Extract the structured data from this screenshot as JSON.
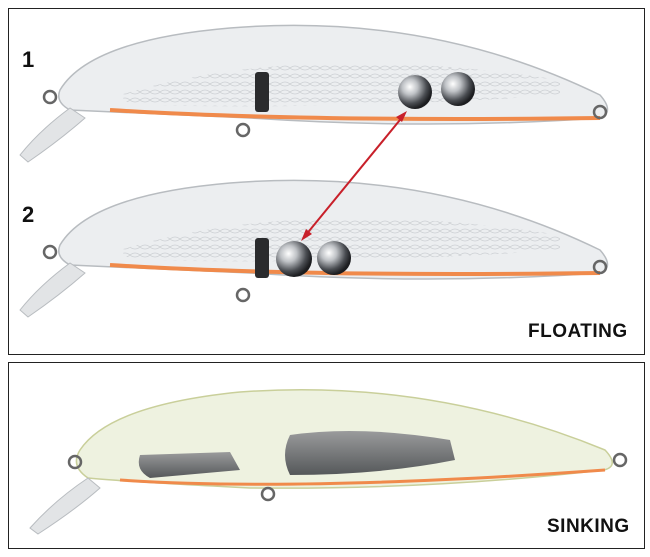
{
  "floating_panel": {
    "label": "FLOATING",
    "lure_1_number": "1",
    "lure_2_number": "2"
  },
  "sinking_panel": {
    "label": "SINKING"
  },
  "colors": {
    "arrow": "#c8202a",
    "belly": "#f08a4b",
    "body": "#e6e8ea",
    "sinking_tint": "#eef2d8"
  }
}
